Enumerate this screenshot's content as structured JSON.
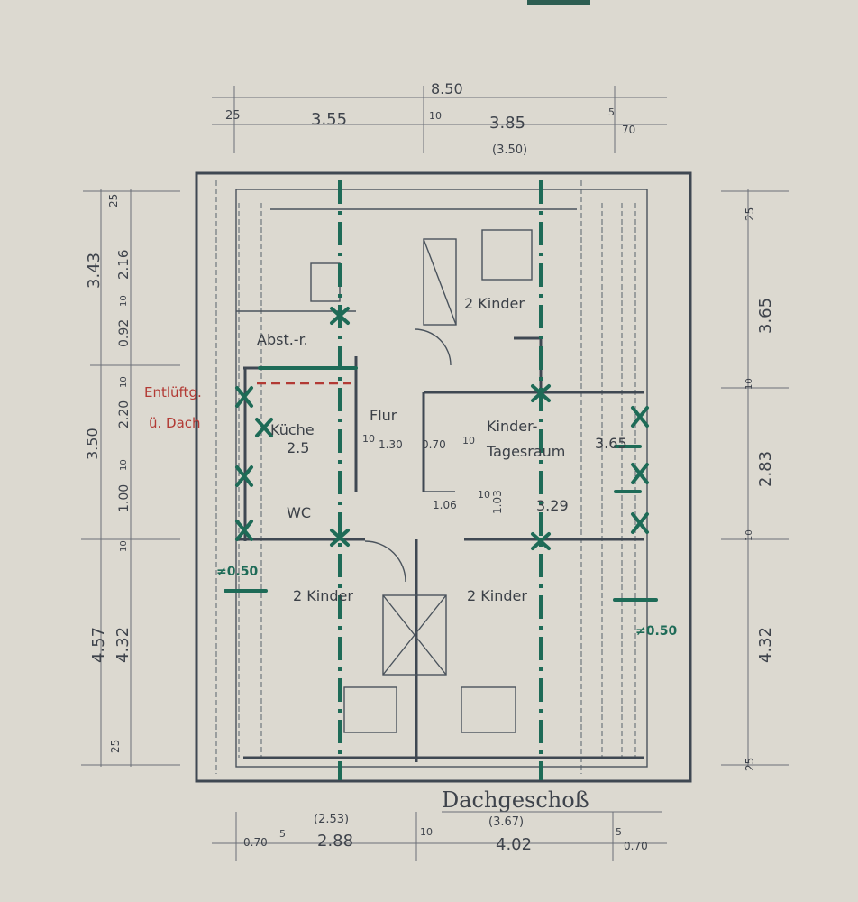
{
  "title": "Dachgeschoß",
  "rooms": {
    "kind_top": "2 Kinder",
    "abstell": "Abst.-r.",
    "flur": "Flur",
    "kueche": "Küche",
    "kueche_area": "2.5",
    "wc": "WC",
    "kinder_tages_1": "Kinder-",
    "kinder_tages_2": "Tagesraum",
    "kinder_tages_val": "3.65",
    "kinder_tages_area": "3.29",
    "eltern": "2 Kinder",
    "kind_bottom": "2 Kinder"
  },
  "red_notes": {
    "line1": "Entlüftg.",
    "line2": "ü. Dach"
  },
  "green_notes": {
    "left": "≠0.50",
    "right": "≠0.50"
  },
  "dims_top": {
    "total": "8.50",
    "left_margin": "25",
    "left_span": "3.55",
    "mid_wall": "10",
    "right_span": "3.85",
    "right_span_alt": "(3.50)",
    "right_small": "5",
    "right_end": "70"
  },
  "dims_left": {
    "top_margin": "25",
    "a": "3.43",
    "a_inner": "2.16",
    "wall1": "10",
    "b": "0.92",
    "wall2": "10",
    "c": "3.50",
    "c_inner": "2.20",
    "wall3": "10",
    "d": "1.00",
    "wall4": "10",
    "e": "4.57",
    "e_inner": "4.32",
    "bottom_margin": "25"
  },
  "dims_right": {
    "top_margin": "25",
    "a": "3.65",
    "wall1": "10",
    "b": "2.83",
    "wall2": "10",
    "c": "4.32",
    "bottom_margin": "25"
  },
  "dims_bottom": {
    "left_end": "0.70",
    "left_small": "5",
    "left_span": "2.88",
    "left_span_alt": "(2.53)",
    "mid_wall": "10",
    "right_span": "4.02",
    "right_span_alt": "(3.67)",
    "right_small": "5",
    "right_end": "0.70"
  },
  "dims_inner": {
    "flur_w": "1.30",
    "flur_gap": "0.70",
    "flur_w2": "1.06",
    "k_wall": "10",
    "k_wall2": "10",
    "k_wall3": "10",
    "t_h": "1.03"
  }
}
